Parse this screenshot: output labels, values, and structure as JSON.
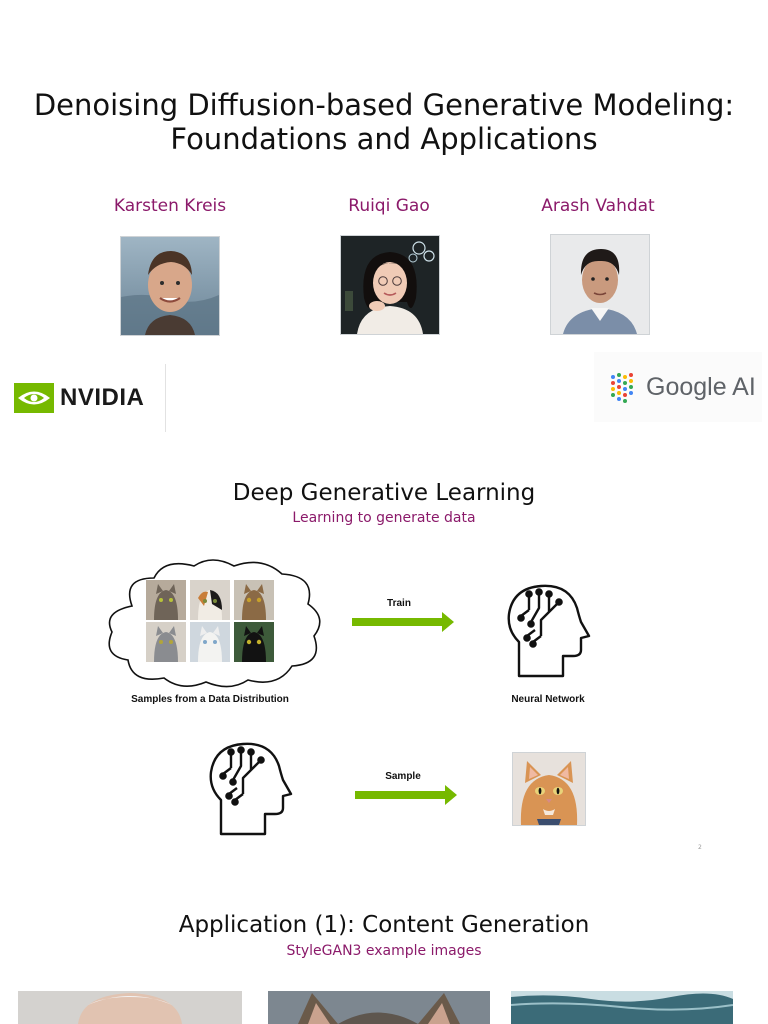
{
  "slide1": {
    "title_line1": "Denoising Diffusion-based Generative Modeling:",
    "title_line2": "Foundations and Applications",
    "authors": [
      {
        "name": "Karsten Kreis"
      },
      {
        "name": "Ruiqi Gao"
      },
      {
        "name": "Arash Vahdat"
      }
    ],
    "logos": {
      "nvidia": "NVIDIA",
      "google": "Google AI"
    },
    "colors": {
      "author": "#8b1a6a",
      "nvidia_green": "#76b900"
    }
  },
  "slide2": {
    "title": "Deep Generative Learning",
    "subtitle": "Learning to generate data",
    "samples_caption": "Samples from a Data Distribution",
    "train_label": "Train",
    "network_caption": "Neural Network",
    "sample_label": "Sample",
    "page_number": "2",
    "colors": {
      "arrow": "#76b900"
    }
  },
  "slide3": {
    "title": "Application (1): Content Generation",
    "subtitle": "StyleGAN3 example images"
  }
}
